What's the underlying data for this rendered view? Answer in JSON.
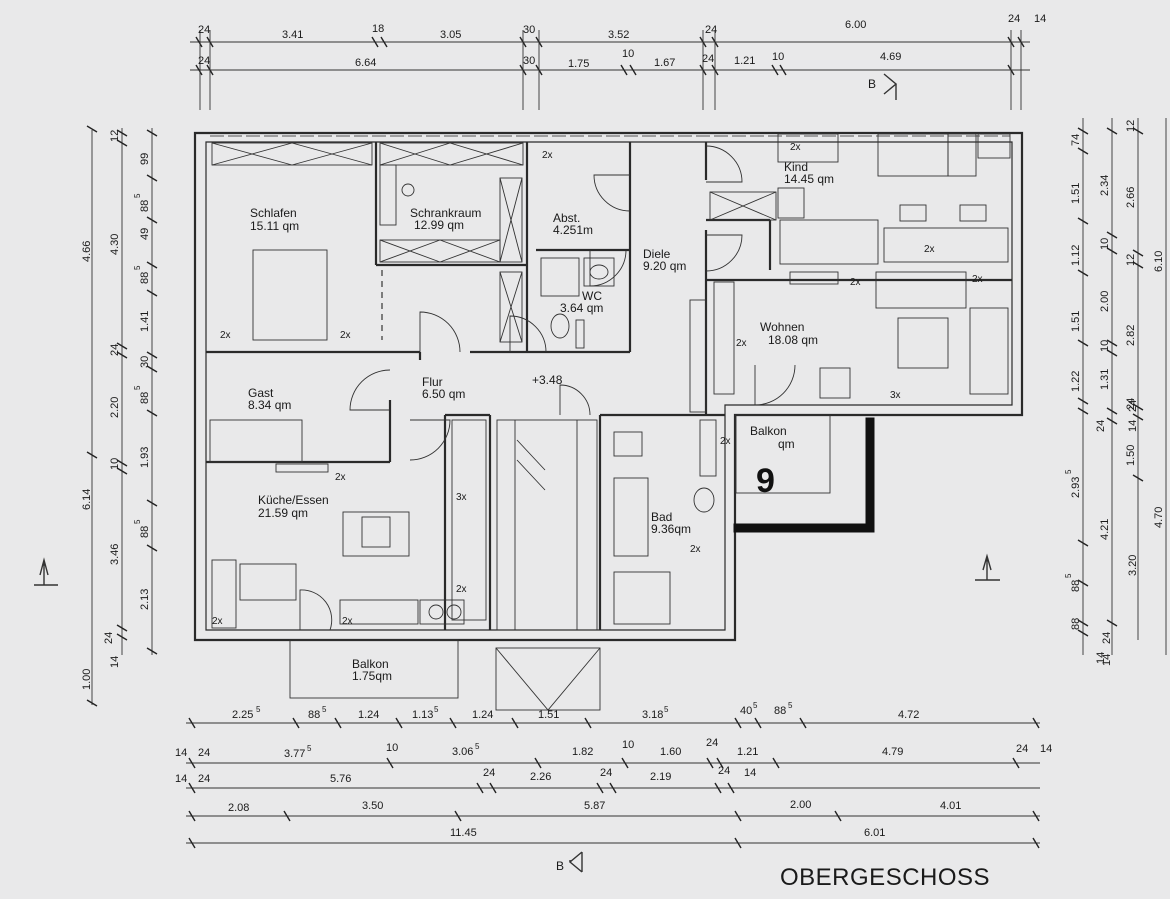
{
  "title": "OBERGESCHOSS",
  "rooms": [
    {
      "id": "schlafen",
      "name": "Schlafen",
      "area": "15.11 qm"
    },
    {
      "id": "schrankraum",
      "name": "Schrankraum",
      "area": "12.99 qm"
    },
    {
      "id": "abst",
      "name": "Abst.",
      "area": "4.251m"
    },
    {
      "id": "kind",
      "name": "Kind",
      "area": "14.45 qm"
    },
    {
      "id": "diele",
      "name": "Diele",
      "area": "9.20 qm"
    },
    {
      "id": "wc",
      "name": "WC",
      "area": "3.64 qm"
    },
    {
      "id": "wohnen",
      "name": "Wohnen",
      "area": "18.08 qm"
    },
    {
      "id": "gast",
      "name": "Gast",
      "area": "8.34 qm"
    },
    {
      "id": "flur",
      "name": "Flur",
      "area": "6.50 qm"
    },
    {
      "id": "kueche",
      "name": "Küche/Essen",
      "area": "21.59 qm"
    },
    {
      "id": "balkon_ost",
      "name": "Balkon",
      "area": "qm"
    },
    {
      "id": "bad",
      "name": "Bad",
      "area": "9.36qm"
    },
    {
      "id": "balkon_sued",
      "name": "Balkon",
      "area": "1.75qm"
    }
  ],
  "annotations": {
    "level": "+3.48",
    "handwritten": "9",
    "section_top": "B",
    "section_bottom": "B",
    "outlets": [
      "2x",
      "2x",
      "2x",
      "2x",
      "2x",
      "2x",
      "2x",
      "2x",
      "2x",
      "3x",
      "3x",
      "2x",
      "2x",
      "2x",
      "2x",
      "2x"
    ]
  },
  "dims_top_row1": [
    "24",
    "3.41",
    "18",
    "3.05",
    "30",
    "3.52",
    "24",
    "6.00",
    "24",
    "14"
  ],
  "dims_top_row2": [
    "24",
    "6.64",
    "30",
    "1.75",
    "10",
    "1.67",
    "24",
    "1.21",
    "10",
    "4.69"
  ],
  "dims_bottom_row1": [
    "2.25",
    "5",
    "88",
    "5",
    "1.24",
    "1.13",
    "5",
    "1.24",
    "1.51",
    "3.18",
    "5",
    "40",
    "5",
    "88",
    "5",
    "4.72"
  ],
  "dims_bottom_row2": [
    "14",
    "24",
    "3.77",
    "5",
    "10",
    "3.06",
    "5",
    "1.82",
    "10",
    "1.60",
    "24",
    "1.21",
    "4.79",
    "24",
    "14"
  ],
  "dims_bottom_row3": [
    "14",
    "24",
    "5.76",
    "24",
    "2.26",
    "24",
    "2.19",
    "24",
    "14"
  ],
  "dims_bottom_row4": [
    "2.08",
    "3.50",
    "5.87",
    "2.00",
    "4.01"
  ],
  "dims_bottom_row5": [
    "11.45",
    "6.01"
  ],
  "dims_left_a": [
    "4.66",
    "6.14",
    "1.00"
  ],
  "dims_left_b": [
    "12",
    "4.30",
    "24",
    "2.20",
    "10",
    "3.46",
    "24",
    "14"
  ],
  "dims_left_c": [
    "99",
    "88",
    "5",
    "49",
    "88",
    "5",
    "1.41",
    "30",
    "88",
    "5",
    "1.93",
    "88",
    "5",
    "2.13"
  ],
  "dims_right_a": [
    "74",
    "1.51",
    "1.12",
    "1.51",
    "1.22",
    "24",
    "2.93",
    "5",
    "88",
    "5",
    "88",
    "14",
    "24"
  ],
  "dims_right_b": [
    "2.34",
    "10",
    "2.00",
    "10",
    "1.31",
    "14",
    "24",
    "4.21",
    "3.20"
  ],
  "dims_right_c": [
    "12",
    "2.66",
    "12",
    "2.82",
    "24",
    "1.50",
    "14"
  ],
  "dims_right_d": [
    "6.10",
    "4.70"
  ]
}
